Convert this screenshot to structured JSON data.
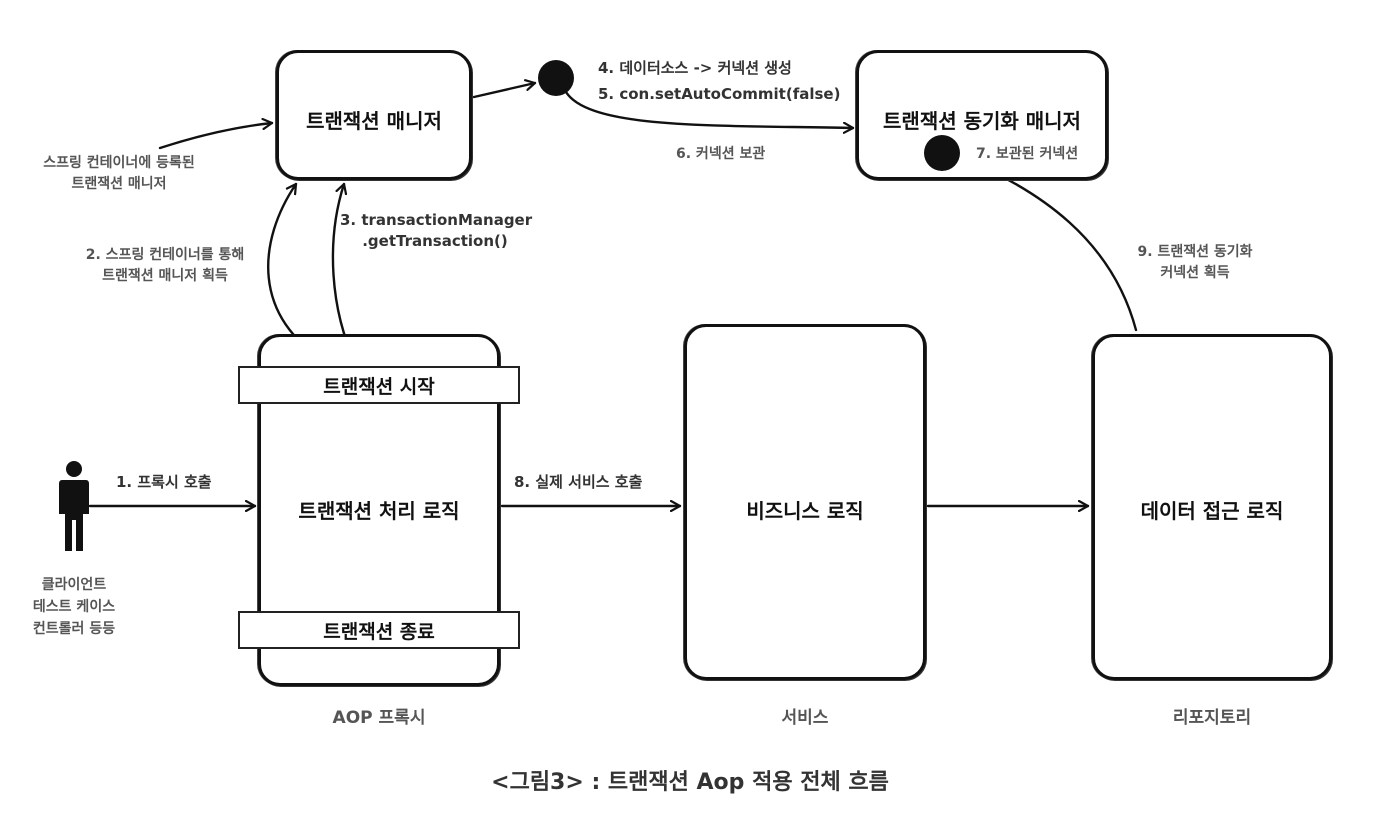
{
  "boxes": {
    "tx_manager": "트랜잭션 매니저",
    "tx_sync_manager": "트랜잭션 동기화 매니저",
    "tx_logic": "트랜잭션 처리 로직",
    "tx_start": "트랜잭션 시작",
    "tx_end": "트랜잭션 종료",
    "business_logic": "비즈니스 로직",
    "data_access": "데이터 접근 로직"
  },
  "groups": {
    "aop_proxy": "AOP 프록시",
    "service": "서비스",
    "repository": "리포지토리"
  },
  "actor": {
    "line1": "클라이언트",
    "line2": "테스트 케이스",
    "line3": "컨트롤러 등등"
  },
  "labels": {
    "spring_registered_1": "스프링 컨테이너에 등록된",
    "spring_registered_2": "트랜잭션 매니저",
    "step1": "1. 프록시 호출",
    "step2_1": "2. 스프링 컨테이너를 통해",
    "step2_2": "트랜잭션 매니저 획득",
    "step3_1": "3. transactionManager",
    "step3_2": ".getTransaction()",
    "step4": "4. 데이터소스 -> 커넥션 생성",
    "step5": "5. con.setAutoCommit(false)",
    "step6": "6. 커넥션 보관",
    "step7": "7. 보관된 커넥션",
    "step8": "8. 실제 서비스 호출",
    "step9_1": "9. 트랜잭션 동기화",
    "step9_2": "커넥션 획득"
  },
  "caption": "<그림3> : 트랜잭션 Aop 적용 전체 흐름"
}
